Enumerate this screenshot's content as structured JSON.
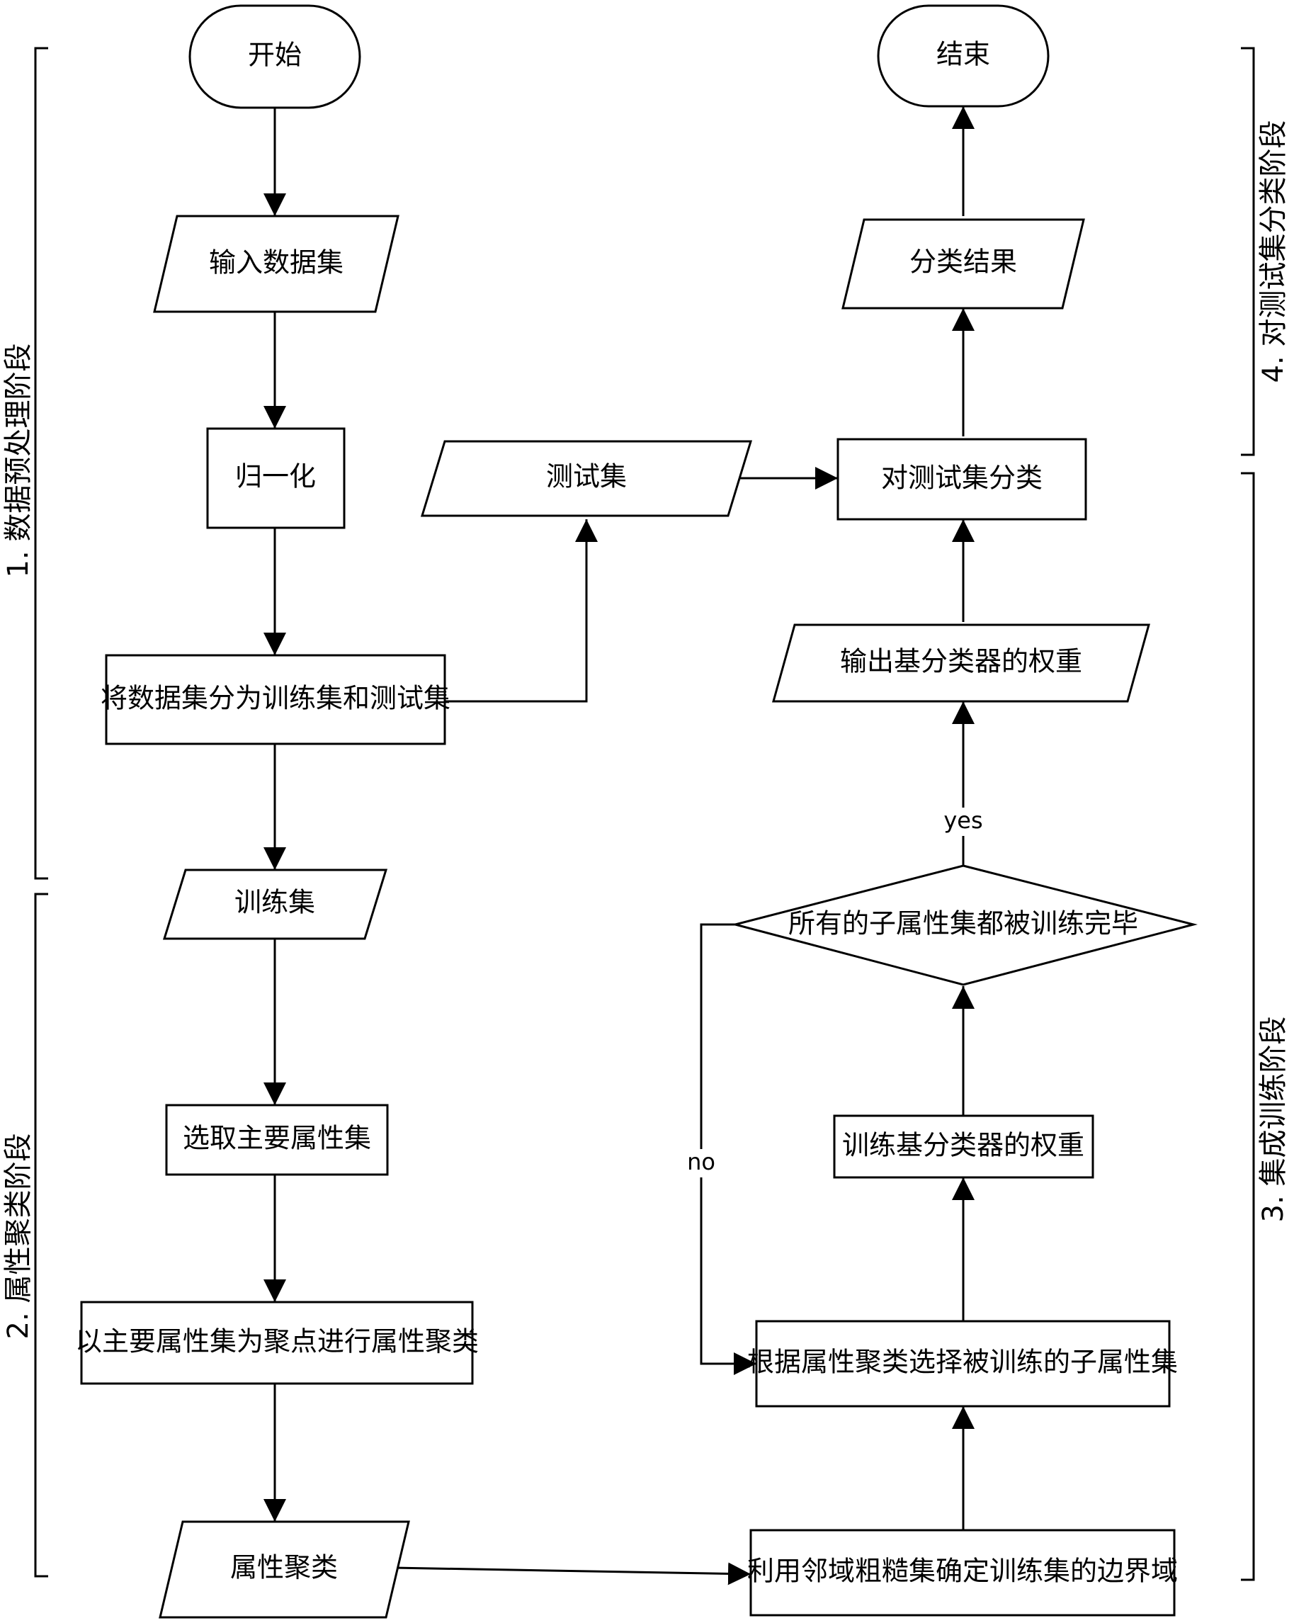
{
  "nodes": {
    "start": "开始",
    "input_dataset": "输入数据集",
    "normalize": "归一化",
    "split_dataset": "将数据集分为训练集和测试集",
    "train_set": "训练集",
    "select_main_attrs": "选取主要属性集",
    "attr_clustering_process": "以主要属性集为聚点进行属性聚类",
    "attr_clusters": "属性聚类",
    "boundary_region": "利用邻域粗糙集确定训练集的边界域",
    "select_sub_attrs": "根据属性聚类选择被训练的子属性集",
    "train_weights": "训练基分类器的权重",
    "all_trained": "所有的子属性集都被训练完毕",
    "output_weights": "输出基分类器的权重",
    "classify_test": "对测试集分类",
    "test_set": "测试集",
    "classify_result": "分类结果",
    "end": "结束"
  },
  "edge_labels": {
    "yes": "yes",
    "no": "no"
  },
  "stages": {
    "stage1": "1. 数据预处理阶段",
    "stage2": "2. 属性聚类阶段",
    "stage3": "3. 集成训练阶段",
    "stage4": "4. 对测试集分类阶段"
  }
}
